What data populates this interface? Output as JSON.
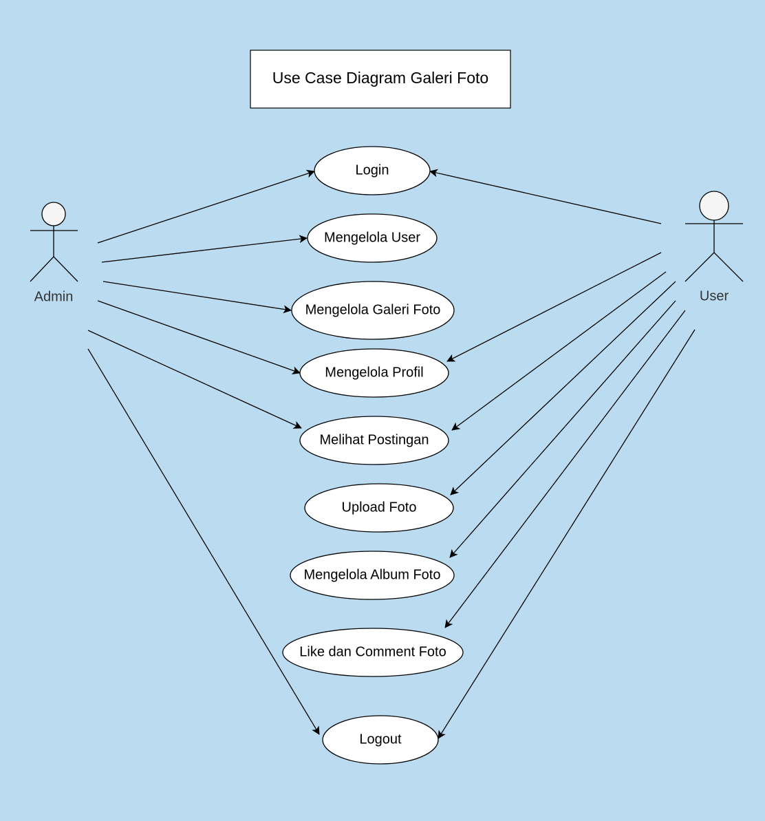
{
  "diagram": {
    "title": "Use Case Diagram Galeri Foto",
    "colors": {
      "background": "#bbdcf0",
      "shape_fill": "#ffffff",
      "actor_head_fill": "#f5f5f5",
      "stroke": "#000000",
      "actor_label": "#333333"
    },
    "actors": [
      {
        "id": "admin",
        "label": "Admin"
      },
      {
        "id": "user",
        "label": "User"
      }
    ],
    "use_cases": [
      {
        "id": "login",
        "label": "Login"
      },
      {
        "id": "mengelola_user",
        "label": "Mengelola User"
      },
      {
        "id": "mengelola_galeri",
        "label": "Mengelola Galeri Foto"
      },
      {
        "id": "mengelola_profil",
        "label": "Mengelola Profil"
      },
      {
        "id": "melihat_postingan",
        "label": "Melihat Postingan"
      },
      {
        "id": "upload_foto",
        "label": "Upload Foto"
      },
      {
        "id": "mengelola_album",
        "label": "Mengelola Album Foto"
      },
      {
        "id": "like_comment",
        "label": "Like dan Comment Foto"
      },
      {
        "id": "logout",
        "label": "Logout"
      }
    ],
    "associations": [
      {
        "from": "admin",
        "to": "login"
      },
      {
        "from": "admin",
        "to": "mengelola_user"
      },
      {
        "from": "admin",
        "to": "mengelola_galeri"
      },
      {
        "from": "admin",
        "to": "mengelola_profil"
      },
      {
        "from": "admin",
        "to": "melihat_postingan"
      },
      {
        "from": "admin",
        "to": "logout"
      },
      {
        "from": "user",
        "to": "login"
      },
      {
        "from": "user",
        "to": "mengelola_profil"
      },
      {
        "from": "user",
        "to": "melihat_postingan"
      },
      {
        "from": "user",
        "to": "upload_foto"
      },
      {
        "from": "user",
        "to": "mengelola_album"
      },
      {
        "from": "user",
        "to": "like_comment"
      },
      {
        "from": "user",
        "to": "logout"
      }
    ]
  }
}
